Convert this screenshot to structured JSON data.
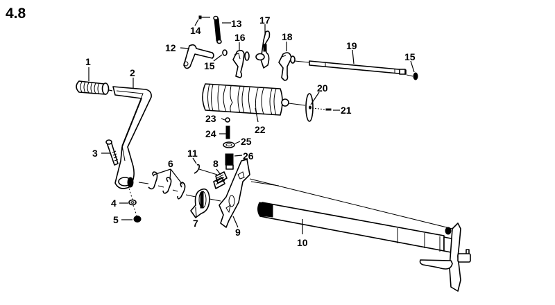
{
  "figure": {
    "number": "4.8"
  },
  "colors": {
    "ink": "#000000",
    "paper": "#ffffff"
  },
  "callouts": [
    {
      "id": "1",
      "part": "kick-start-rubber"
    },
    {
      "id": "2",
      "part": "kick-start-lever"
    },
    {
      "id": "3",
      "part": "clamp-bolt"
    },
    {
      "id": "4",
      "part": "washer"
    },
    {
      "id": "5",
      "part": "nut"
    },
    {
      "id": "6",
      "part": "circlips"
    },
    {
      "id": "7",
      "part": "shift-pawl"
    },
    {
      "id": "8",
      "part": "spring"
    },
    {
      "id": "9",
      "part": "shift-plate"
    },
    {
      "id": "10",
      "part": "shift-shaft"
    },
    {
      "id": "11",
      "part": "spring-clip"
    },
    {
      "id": "12",
      "part": "shift-fork-lever"
    },
    {
      "id": "13",
      "part": "tension-spring"
    },
    {
      "id": "14",
      "part": "pin"
    },
    {
      "id": "15a",
      "label": "15",
      "part": "circlip"
    },
    {
      "id": "16",
      "part": "shift-fork"
    },
    {
      "id": "17",
      "part": "shift-fork"
    },
    {
      "id": "18",
      "part": "shift-fork"
    },
    {
      "id": "19",
      "part": "fork-shaft"
    },
    {
      "id": "15b",
      "label": "15",
      "part": "circlip"
    },
    {
      "id": "20",
      "part": "indicator-disc"
    },
    {
      "id": "21",
      "part": "screw"
    },
    {
      "id": "22",
      "part": "shift-drum"
    },
    {
      "id": "23",
      "part": "ball"
    },
    {
      "id": "24",
      "part": "detent-spring"
    },
    {
      "id": "25",
      "part": "sealing-washer"
    },
    {
      "id": "26",
      "part": "plug-screw"
    }
  ]
}
